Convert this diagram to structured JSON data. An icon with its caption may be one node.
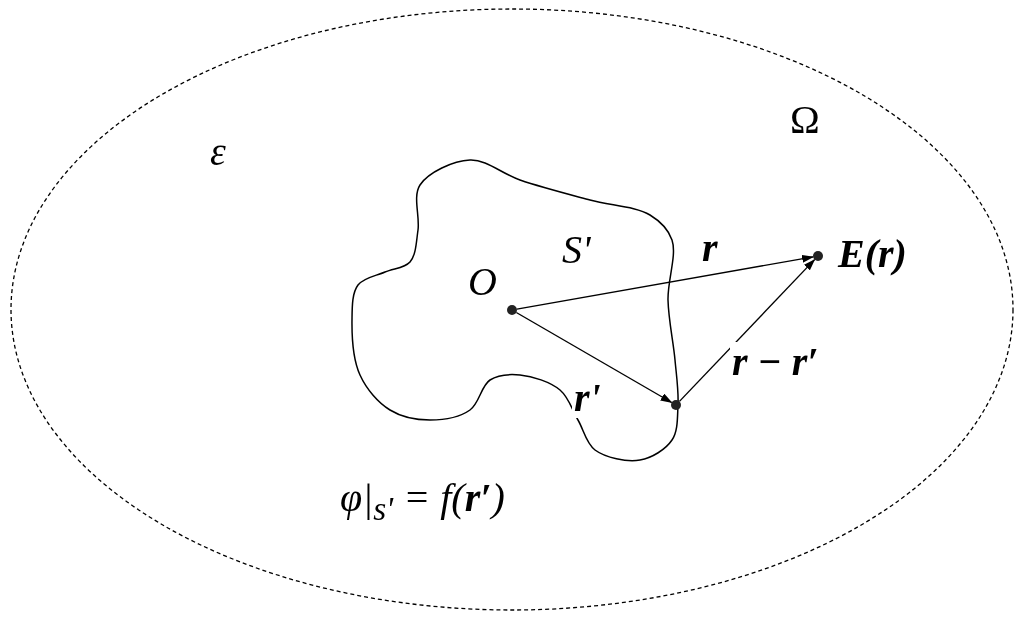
{
  "diagram": {
    "nodes": [
      {
        "text": [
          "Ω",
          "ε"
        ]
      },
      {
        "text": [
          "S'"
        ],
        "in": 0
      },
      {
        "text": [],
        "shape": "circle",
        "beside": [
          "O"
        ],
        "in": 1
      },
      {
        "text": [],
        "shape": "circle",
        "in": 0
      },
      {
        "text": [],
        "shape": "circle",
        "beside": [
          "E(r)"
        ],
        "in": 0
      }
    ],
    "edges": [
      {
        "from": 2,
        "to": 4,
        "arrow": "to",
        "label": "r"
      },
      {
        "from": 2,
        "to": 3,
        "arrow": "to",
        "label": "r'"
      },
      {
        "from": 3,
        "to": 4,
        "arrow": "to",
        "label": "r − r′"
      }
    ],
    "labels": [
      "φ|$_{s'}$ = *f*(**r′**)"
    ]
  }
}
